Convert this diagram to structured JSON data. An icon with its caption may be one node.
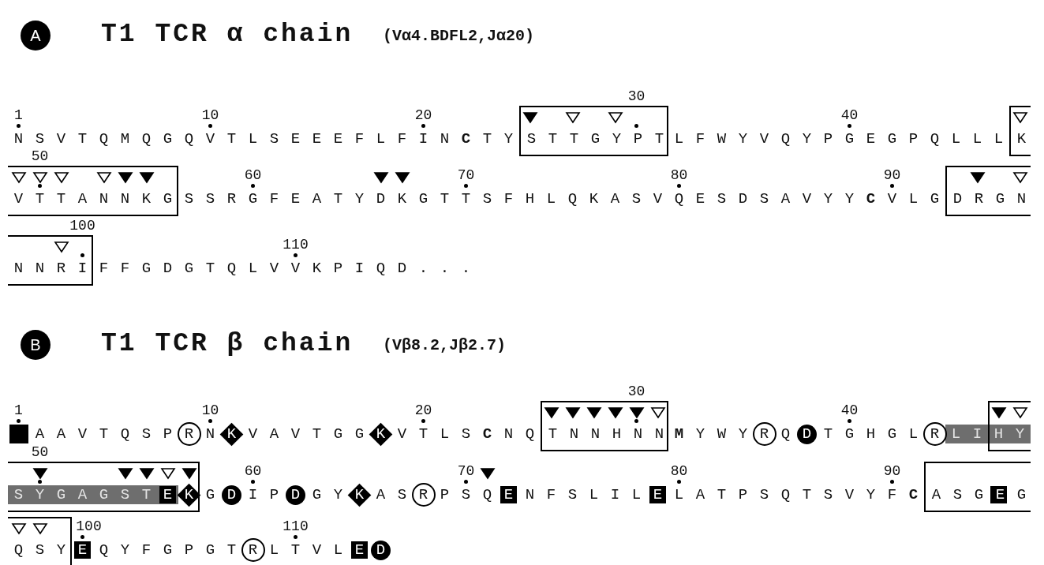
{
  "diagram": {
    "nodes": [
      {
        "text": [
          "A"
        ]
      },
      {
        "text": [
          "S T T G Y P T"
        ]
      },
      {
        "text": [
          "K"
        ]
      },
      {
        "text": [
          "V T T A N N K G"
        ]
      },
      {
        "text": [
          "D R G N"
        ]
      },
      {
        "text": [
          "N N R I"
        ]
      },
      {
        "text": [
          "B"
        ]
      },
      {
        "text": [
          "T N N H N N"
        ]
      },
      {
        "text": [
          "L I H Y"
        ]
      },
      {
        "text": [],
        "shape": "box"
      },
      {
        "text": [
          "K"
        ]
      },
      {
        "text": [
          "S Y G A G S T E"
        ],
        "in": 10
      },
      {
        "text": [
          "A S G E G"
        ]
      },
      {
        "text": [
          "Q S Y"
        ]
      }
    ],
    "labels": [
      "T1 TCR α chain",
      "(Vα4.BDFL2,Jα20)",
      "1",
      "10",
      "20",
      "30",
      "40",
      "N S V T Q M Q G Q V T L S E E E F L F I N **C** T Y",
      "L F W Y V Q Y P G E G P Q L L L",
      "50",
      "60",
      "70",
      "80",
      "90",
      "S S R G F E A T Y D K G T T S F H L Q K A S V Q E S D S A V Y Y **C** V L G",
      "100",
      "110",
      "F F G D G T Q L V V K P I Q D . . .",
      "T1 TCR β chain",
      "(Vβ8.2,Jβ2.7)",
      "1",
      "10",
      "20",
      "30",
      "40",
      "A A V T Q S P R N K V A V T G G K V T L S **C** N Q",
      "**M** Y W Y R Q D T G H G L R",
      "50",
      "60",
      "70",
      "80",
      "90",
      "G D I P D G Y K A S R P S Q E N F S L I L E L A T P S Q T S V Y F **C**",
      "100",
      "110",
      "E Q Y F G P G T R L T V L E D"
    ]
  }
}
